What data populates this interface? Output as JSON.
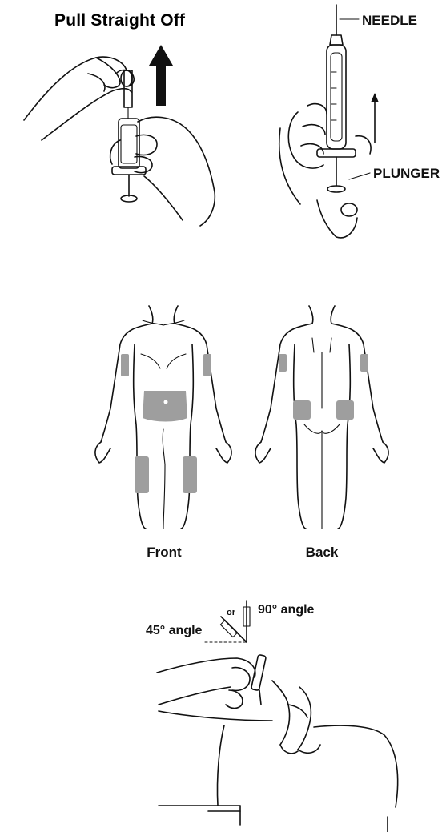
{
  "panel1": {
    "title": "Pull Straight Off",
    "label_needle": "NEEDLE",
    "label_plunger": "PLUNGER"
  },
  "panel2": {
    "label_front": "Front",
    "label_back": "Back",
    "zone_color": "#9e9e9e"
  },
  "panel3": {
    "label_45": "45° angle",
    "label_or": "or",
    "label_90": "90° angle"
  }
}
